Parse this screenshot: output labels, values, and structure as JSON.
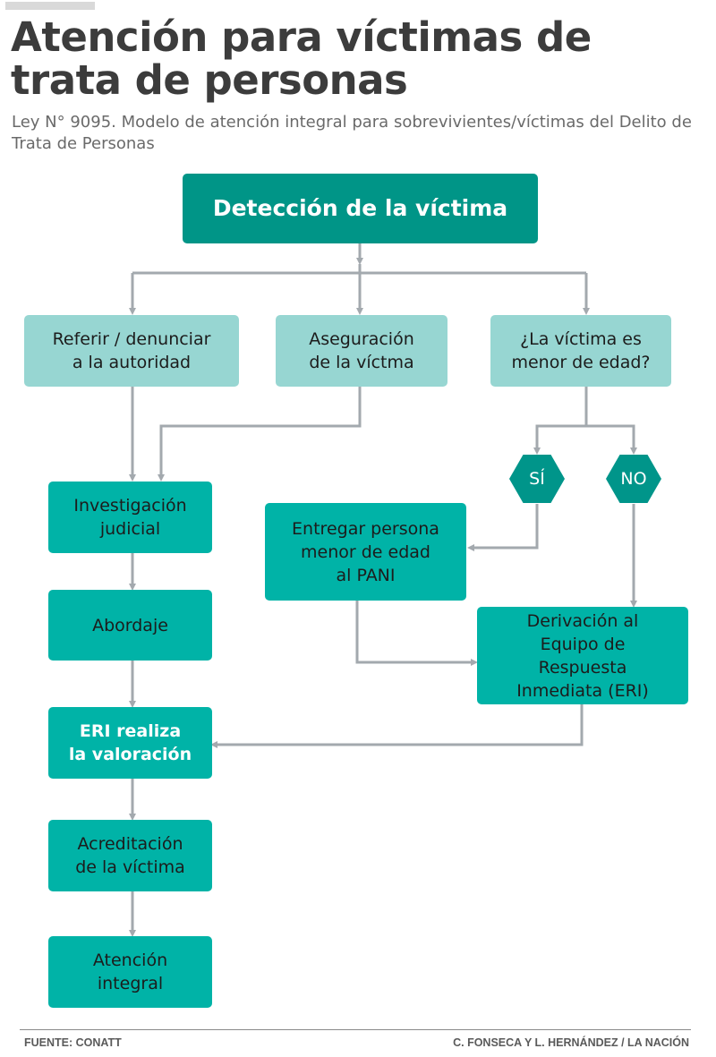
{
  "header": {
    "title": "Atención para víctimas de trata de personas",
    "subtitle": "Ley N° 9095. Modelo de atención integral para sobrevivientes/víctimas del Delito de Trata de Personas"
  },
  "nodes": {
    "detection": "Detección de la víctima",
    "refer": "Referir / denunciar\na la autoridad",
    "secure": "Aseguración\nde la víctma",
    "question": "¿La víctima es\nmenor de edad?",
    "yes": "SÍ",
    "no": "NO",
    "pani": "Entregar persona\nmenor de edad\nal PANI",
    "investigation": "Investigación\njudicial",
    "approach": "Abordaje",
    "derivation": "Derivación al\nEquipo de\nRespuesta\nInmediata (ERI)",
    "assessment": "ERI realiza\nla valoración",
    "accreditation": "Acreditación\nde la víctima",
    "care": "Atención\nintegral"
  },
  "footer": {
    "source": "FUENTE: CONATT",
    "credits": "C. FONSECA Y L. HERNÁNDEZ / LA NACIÓN"
  }
}
